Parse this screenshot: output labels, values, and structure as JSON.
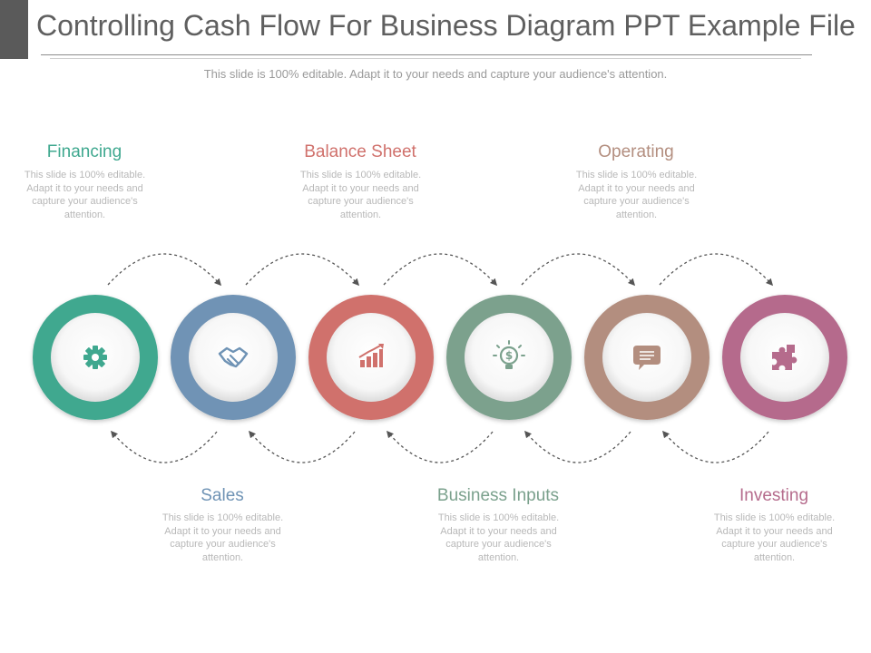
{
  "header": {
    "title": "Controlling Cash Flow For Business Diagram PPT Example File",
    "subtitle": "This slide is 100% editable. Adapt it to your needs and capture your audience's attention."
  },
  "colors": {
    "teal": "#3fa88f",
    "blue": "#6f93b5",
    "red": "#d0716c",
    "green": "#7ba18d",
    "taupe": "#b38e7f",
    "magenta": "#b56b8c"
  },
  "steps": [
    {
      "label": "Financing",
      "position": "top",
      "icon": "gear-icon",
      "color": "#3fa88f",
      "text": "This slide is 100% editable. Adapt it to your needs and capture your audience's attention."
    },
    {
      "label": "Sales",
      "position": "bottom",
      "icon": "handshake-icon",
      "color": "#6f93b5",
      "text": "This slide is 100% editable. Adapt it to your needs and capture your audience's attention."
    },
    {
      "label": "Balance Sheet",
      "position": "top",
      "icon": "bar-chart-icon",
      "color": "#d0716c",
      "text": "This slide is 100% editable. Adapt it to your needs and capture your audience's attention."
    },
    {
      "label": "Business Inputs",
      "position": "bottom",
      "icon": "lightbulb-dollar-icon",
      "color": "#7ba18d",
      "text": "This slide is 100% editable. Adapt it to your needs and capture your audience's attention."
    },
    {
      "label": "Operating",
      "position": "top",
      "icon": "speech-bubble-icon",
      "color": "#b38e7f",
      "text": "This slide is 100% editable. Adapt it to your needs and capture your audience's attention."
    },
    {
      "label": "Investing",
      "position": "bottom",
      "icon": "puzzle-icon",
      "color": "#b56b8c",
      "text": "This slide is 100% editable. Adapt it to your needs and capture your audience's attention."
    }
  ]
}
